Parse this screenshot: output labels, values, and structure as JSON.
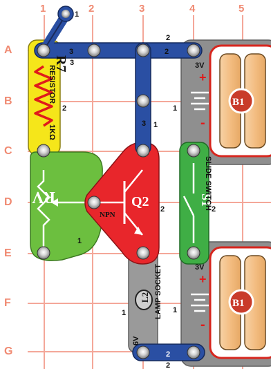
{
  "grid": {
    "columns": [
      "1",
      "2",
      "3",
      "4",
      "5"
    ],
    "rows": [
      "A",
      "B",
      "C",
      "D",
      "E",
      "F",
      "G"
    ]
  },
  "components": {
    "resistor": {
      "id": "R7",
      "value": "1KΩ",
      "name": "RESISTOR"
    },
    "potentiometer": {
      "id": "RV"
    },
    "transistor": {
      "id": "Q2",
      "type": "NPN"
    },
    "switch": {
      "id": "S1",
      "name": "SLIDE SWITCH"
    },
    "battery_top": {
      "id": "B1",
      "voltage": "3V",
      "plus": "+",
      "minus": "-"
    },
    "battery_bottom": {
      "id": "B1",
      "voltage": "3V",
      "plus": "+",
      "minus": "-"
    },
    "lamp": {
      "id": "L2",
      "name": "LAMP SOCKET",
      "voltage": "6V"
    }
  },
  "wires": {
    "top_left_node": "1",
    "wire_a_left": "3",
    "wire_a_left_under": "3",
    "wire_a_right": "2",
    "wire_a_right_above": "2",
    "resistor_level": "2",
    "vertical_b": "3",
    "vertical_b_side": "1",
    "battery_b_side": "1",
    "pot_level": "1",
    "transistor_level": "2",
    "switch_level": "2",
    "lamp_side": "1",
    "battery_f_side": "1",
    "wire_g": "2",
    "wire_g_under": "2"
  },
  "colors": {
    "grid": "#f4a799",
    "wire": "#2a4fa3",
    "resistor": "#f5e61a",
    "potentiometer": "#6cbf3f",
    "transistor": "#e8262b",
    "switch": "#3fae45",
    "battery_holder": "#9d9d9d",
    "battery_cell": "#f5c38c"
  }
}
